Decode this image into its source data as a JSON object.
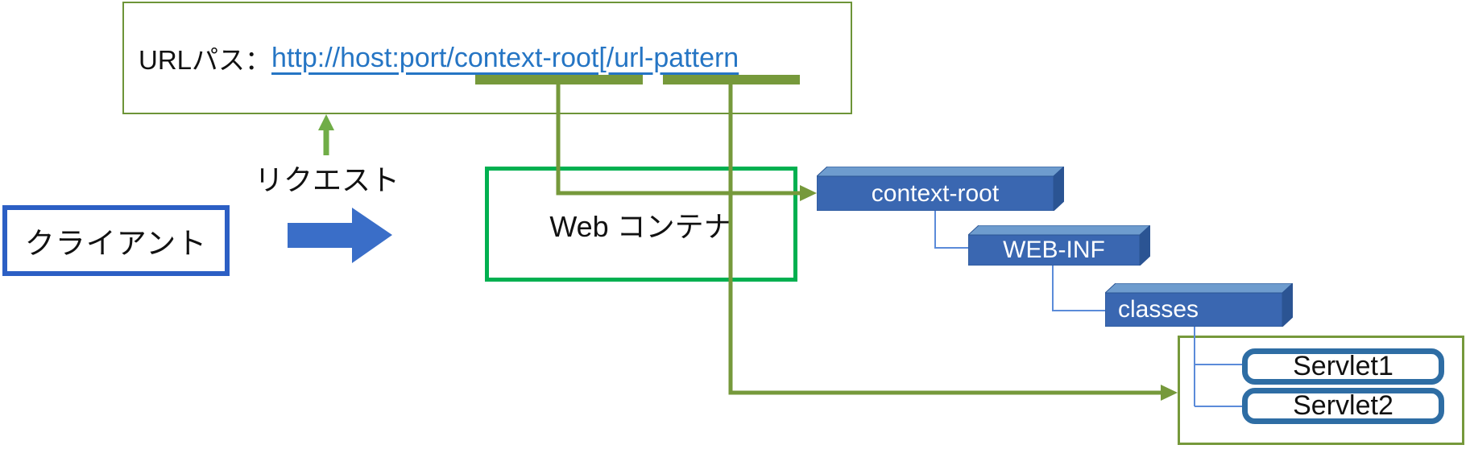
{
  "diagram": {
    "url_panel": {
      "label": "URLパス：",
      "url": "http://host:port/context-root[/url-pattern"
    },
    "request_label": "リクエスト",
    "client_label": "クライアント",
    "web_container_label": "Web コンテナ",
    "folders": [
      {
        "label": "context-root"
      },
      {
        "label": "WEB-INF"
      },
      {
        "label": "classes"
      }
    ],
    "servlets": [
      {
        "label": "Servlet1"
      },
      {
        "label": "Servlet2"
      }
    ],
    "colors": {
      "olive_line": "#76993b",
      "url_box_border": "#6d9438",
      "bright_green_box": "#00b050",
      "request_arrow_green": "#70ad47",
      "client_border_blue": "#2c5fc4",
      "flow_arrow_blue": "#3a6ec8",
      "hyperlink_blue": "#2575c4",
      "cube_front_blue": "#3a67b1",
      "cube_top_blue": "#6e9cce",
      "cube_side_blue": "#2b5493",
      "tree_connector_blue": "#5b8bd9",
      "servlet_border_blue": "#2e6da4"
    }
  }
}
